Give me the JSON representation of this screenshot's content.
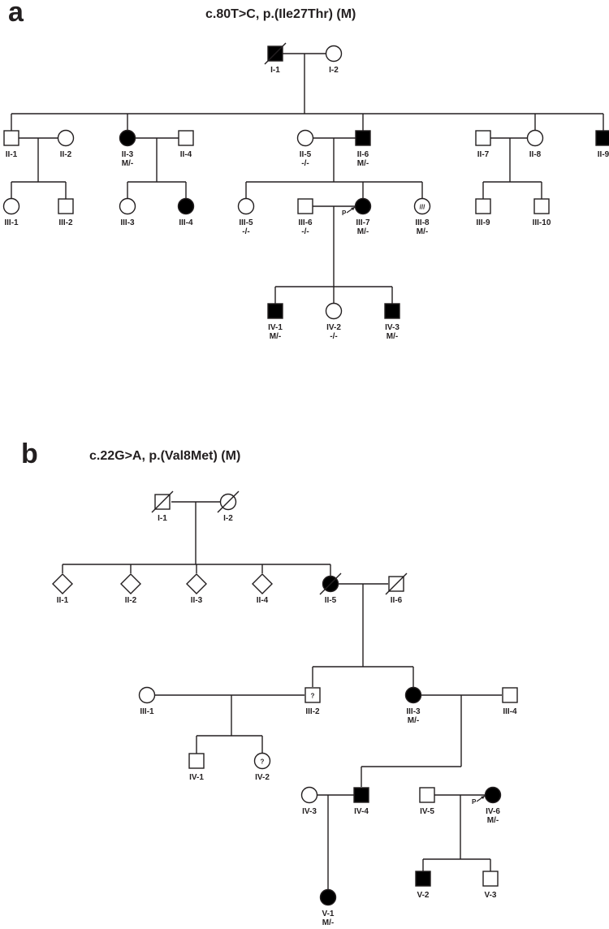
{
  "panels": [
    {
      "letter": "a",
      "title": "c.80T>C, p.(Ile27Thr) (M)",
      "individuals": [
        {
          "id": "I-1",
          "sex": "male",
          "affected": true,
          "deceased": true
        },
        {
          "id": "I-2",
          "sex": "female",
          "affected": false
        },
        {
          "id": "II-1",
          "sex": "male",
          "affected": false
        },
        {
          "id": "II-2",
          "sex": "female",
          "affected": false
        },
        {
          "id": "II-3",
          "sex": "female",
          "affected": true,
          "genotype": "M/-"
        },
        {
          "id": "II-4",
          "sex": "male",
          "affected": false
        },
        {
          "id": "II-5",
          "sex": "female",
          "affected": false,
          "genotype": "-/-"
        },
        {
          "id": "II-6",
          "sex": "male",
          "affected": true,
          "genotype": "M/-"
        },
        {
          "id": "II-7",
          "sex": "male",
          "affected": false
        },
        {
          "id": "II-8",
          "sex": "female",
          "affected": false
        },
        {
          "id": "II-9",
          "sex": "male",
          "affected": true
        },
        {
          "id": "III-1",
          "sex": "female",
          "affected": false
        },
        {
          "id": "III-2",
          "sex": "male",
          "affected": false
        },
        {
          "id": "III-3",
          "sex": "female",
          "affected": false
        },
        {
          "id": "III-4",
          "sex": "female",
          "affected": true
        },
        {
          "id": "III-5",
          "sex": "female",
          "affected": false,
          "genotype": "-/-"
        },
        {
          "id": "III-6",
          "sex": "male",
          "affected": false,
          "genotype": "-/-"
        },
        {
          "id": "III-7",
          "sex": "female",
          "affected": true,
          "genotype": "M/-",
          "proband": true
        },
        {
          "id": "III-8",
          "sex": "female",
          "affected": false,
          "marked": "///",
          "genotype": "M/-"
        },
        {
          "id": "III-9",
          "sex": "male",
          "affected": false
        },
        {
          "id": "III-10",
          "sex": "male",
          "affected": false
        },
        {
          "id": "IV-1",
          "sex": "male",
          "affected": true,
          "genotype": "M/-"
        },
        {
          "id": "IV-2",
          "sex": "female",
          "affected": false,
          "genotype": "-/-"
        },
        {
          "id": "IV-3",
          "sex": "male",
          "affected": true,
          "genotype": "M/-"
        }
      ]
    },
    {
      "letter": "b",
      "title": "c.22G>A, p.(Val8Met) (M)",
      "individuals": [
        {
          "id": "I-1",
          "sex": "male",
          "affected": false,
          "deceased": true
        },
        {
          "id": "I-2",
          "sex": "female",
          "affected": false,
          "deceased": true
        },
        {
          "id": "II-1",
          "sex": "unknown",
          "affected": false
        },
        {
          "id": "II-2",
          "sex": "unknown",
          "affected": false
        },
        {
          "id": "II-3",
          "sex": "unknown",
          "affected": false
        },
        {
          "id": "II-4",
          "sex": "unknown",
          "affected": false
        },
        {
          "id": "II-5",
          "sex": "female",
          "affected": true,
          "deceased": true
        },
        {
          "id": "II-6",
          "sex": "male",
          "affected": false,
          "deceased": true
        },
        {
          "id": "III-1",
          "sex": "female",
          "affected": false
        },
        {
          "id": "III-2",
          "sex": "male",
          "affected": false,
          "marked": "?"
        },
        {
          "id": "III-3",
          "sex": "female",
          "affected": true,
          "genotype": "M/-"
        },
        {
          "id": "III-4",
          "sex": "male",
          "affected": false
        },
        {
          "id": "IV-1",
          "sex": "male",
          "affected": false
        },
        {
          "id": "IV-2",
          "sex": "female",
          "affected": false,
          "marked": "?"
        },
        {
          "id": "IV-3",
          "sex": "female",
          "affected": false
        },
        {
          "id": "IV-4",
          "sex": "male",
          "affected": true
        },
        {
          "id": "IV-5",
          "sex": "male",
          "affected": false
        },
        {
          "id": "IV-6",
          "sex": "female",
          "affected": true,
          "genotype": "M/-",
          "proband": true
        },
        {
          "id": "V-1",
          "sex": "female",
          "affected": true,
          "genotype": "M/-"
        },
        {
          "id": "V-2",
          "sex": "male",
          "affected": true
        },
        {
          "id": "V-3",
          "sex": "male",
          "affected": false
        }
      ]
    }
  ],
  "proband_marker": "P",
  "colors": {
    "ink": "#231f20",
    "affected_fill": "#000000",
    "unaffected_fill": "#ffffff"
  }
}
